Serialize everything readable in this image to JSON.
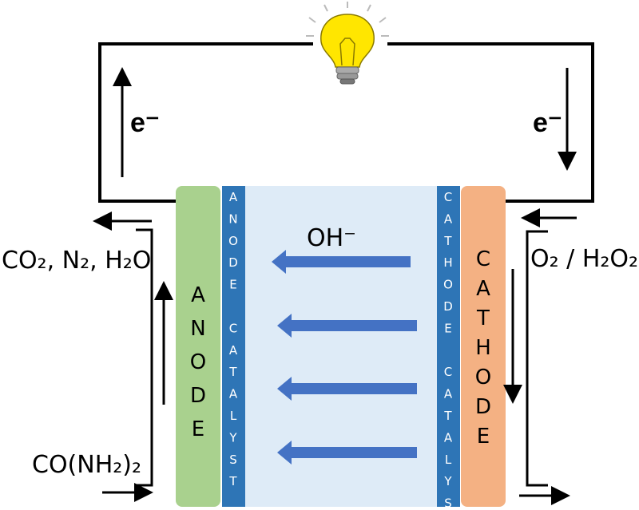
{
  "electron_label": "e⁻",
  "ion_label": "OH⁻",
  "anode_label": "ANODE",
  "anode_catalyst_label": "ANODE CATALYST",
  "cathode_catalyst_label": "CATHODE CATALYST",
  "cathode_label": "CATHODE",
  "anode_products": "CO₂, N₂, H₂O",
  "anode_fuel": "CO(NH₂)₂",
  "cathode_oxidant": "O₂ / H₂O₂",
  "colors": {
    "anode": "#a9d18e",
    "catalyst": "#2e75b6",
    "electrolyte": "#deebf7",
    "cathode": "#f4b183",
    "ion_arrow": "#4472c4",
    "bulb": "#ffe600"
  }
}
